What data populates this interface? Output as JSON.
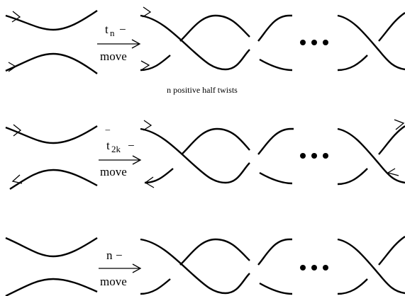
{
  "rows": [
    {
      "label_main": "t",
      "label_sub": "n",
      "label_dash": "−",
      "label_bottom": "move"
    },
    {
      "label_bar": "‾",
      "label_main": "t",
      "label_sub": "2k",
      "label_dash": "−",
      "label_bottom": "move"
    },
    {
      "label_main": "n",
      "label_sub": "",
      "label_dash": "−",
      "label_bottom": "move"
    }
  ],
  "caption": "n positive half twists",
  "ellipsis_dots": 3
}
